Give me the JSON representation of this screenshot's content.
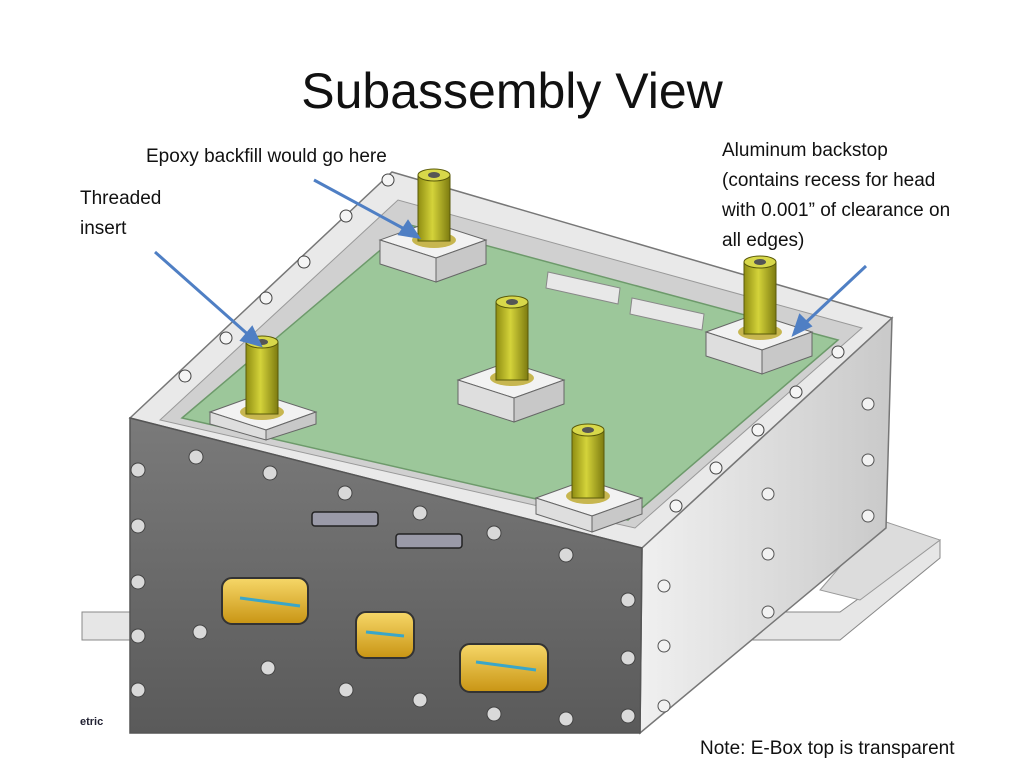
{
  "slide": {
    "title": "Subassembly View"
  },
  "annotations": {
    "epoxy": "Epoxy backfill would go here",
    "insert_line1": "Threaded",
    "insert_line2": "insert",
    "aluminum_line1": "Aluminum backstop",
    "aluminum_line2": "(contains recess for head",
    "aluminum_line3": "with 0.001” of clearance on",
    "aluminum_line4": "all edges)",
    "note": "Note: E-Box top is transparent",
    "view_label": "etric"
  },
  "colors": {
    "pcb": "#9cc79a",
    "standoff": "#b5b421",
    "box_front": "#6b6b6b",
    "box_side": "#d8d8d8",
    "arrow": "#4f7fc4",
    "connector": "#e2b62e"
  }
}
